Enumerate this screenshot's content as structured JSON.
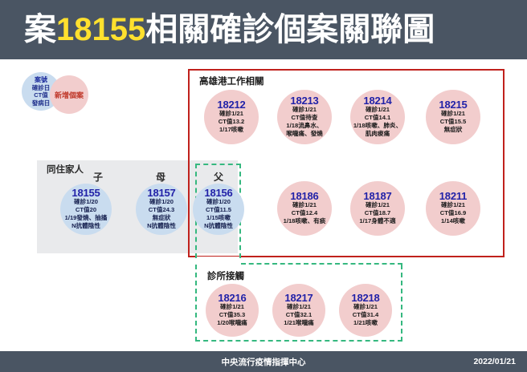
{
  "header": {
    "title_prefix": "案",
    "title_case_number": "18155",
    "title_suffix": "相關確診個案關聯圖"
  },
  "legend": {
    "blue_circle": {
      "line1": "案號",
      "line2": "確診日",
      "line3": "CT值",
      "line4": "發病日"
    },
    "pink_circle": {
      "label": "新增個案"
    }
  },
  "family_group": {
    "title": "同住家人",
    "relations": [
      {
        "label": "子"
      },
      {
        "label": "母"
      },
      {
        "label": "父"
      }
    ],
    "cases": [
      {
        "id": "18155",
        "lines": [
          "確診1/20",
          "CT值20",
          "1/19發燒、抽搐",
          "N抗體陰性"
        ],
        "type": "blue"
      },
      {
        "id": "18157",
        "lines": [
          "確診1/20",
          "CT值24.3",
          "無症狀",
          "N抗體陰性"
        ],
        "type": "blue"
      },
      {
        "id": "18156",
        "lines": [
          "確診1/20",
          "CT值11.5",
          "1/15咳嗽",
          "N抗體陰性"
        ],
        "type": "blue"
      }
    ]
  },
  "port_group": {
    "title": "高雄港工作相關",
    "cases": [
      {
        "id": "18212",
        "lines": [
          "確診1/21",
          "CT值13.2",
          "1/17咳嗽"
        ],
        "type": "pink"
      },
      {
        "id": "18213",
        "lines": [
          "確診1/21",
          "CT值待查",
          "1/18流鼻水、",
          "喉嚨痛、發燒"
        ],
        "type": "pink"
      },
      {
        "id": "18214",
        "lines": [
          "確診1/21",
          "CT值14.1",
          "1/18咳嗽、肺炎、",
          "肌肉痠痛"
        ],
        "type": "pink"
      },
      {
        "id": "18215",
        "lines": [
          "確診1/21",
          "CT值15.5",
          "無症狀"
        ],
        "type": "pink"
      },
      {
        "id": "18186",
        "lines": [
          "確診1/21",
          "CT值12.4",
          "1/18咳嗽、有痰"
        ],
        "type": "pink"
      },
      {
        "id": "18187",
        "lines": [
          "確診1/21",
          "CT值18.7",
          "1/17身體不適"
        ],
        "type": "pink"
      },
      {
        "id": "18211",
        "lines": [
          "確診1/21",
          "CT值16.9",
          "1/14咳嗽"
        ],
        "type": "pink"
      }
    ]
  },
  "clinic_group": {
    "title": "診所接觸",
    "cases": [
      {
        "id": "18216",
        "lines": [
          "確診1/21",
          "CT值35.3",
          "1/20喉嚨痛"
        ],
        "type": "pink"
      },
      {
        "id": "18217",
        "lines": [
          "確診1/21",
          "CT值32.1",
          "1/21喉嚨痛"
        ],
        "type": "pink"
      },
      {
        "id": "18218",
        "lines": [
          "確診1/21",
          "CT值31.4",
          "1/21咳嗽"
        ],
        "type": "pink"
      }
    ]
  },
  "footer": {
    "organization": "中央流行疫情指揮中心",
    "date": "2022/01/21"
  },
  "colors": {
    "header_bar": "#4a5563",
    "title_highlight": "#ffe02e",
    "pink_case": "#f2cdcd",
    "blue_case": "#c9dcef",
    "red_border": "#c0211c",
    "green_dashed": "#35b87f",
    "family_box": "#e9eaec",
    "case_id_text": "#2222a8"
  }
}
